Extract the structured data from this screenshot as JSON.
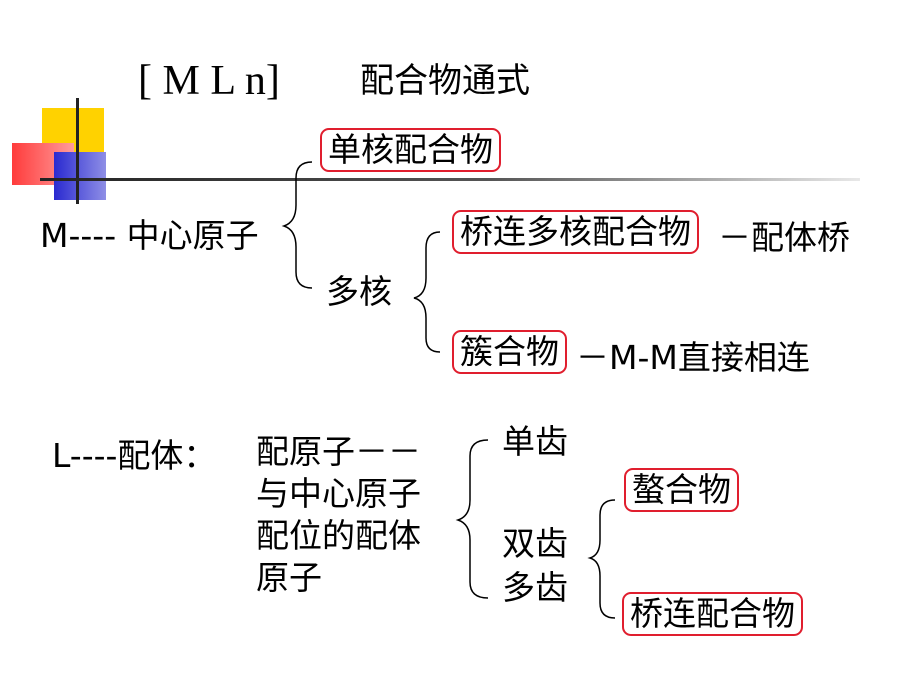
{
  "title": {
    "formula": "[ M L n]",
    "label": "配合物通式"
  },
  "m_section": {
    "m_label": "M---- 中心原子",
    "mononuclear": "单核配合物",
    "polynuclear": "多核",
    "bridged": "桥连多核配合物",
    "bridged_note": "－配体桥",
    "cluster": "簇合物",
    "cluster_note": "－M-M直接相连"
  },
  "l_section": {
    "l_label": "L----配体：",
    "definition_lines": [
      "配原子－－",
      "与中心原子",
      "配位的配体",
      "原子"
    ],
    "monodentate": "单齿",
    "bidentate": "双齿",
    "polydentate": "多齿",
    "chelate": "螯合物",
    "bridged_complex": "桥连配合物"
  },
  "colors": {
    "box_border": "#e01e2e",
    "deco_yellow": "#ffd200",
    "deco_red": "#ff4d4d",
    "deco_blue": "#3b3bd6"
  }
}
